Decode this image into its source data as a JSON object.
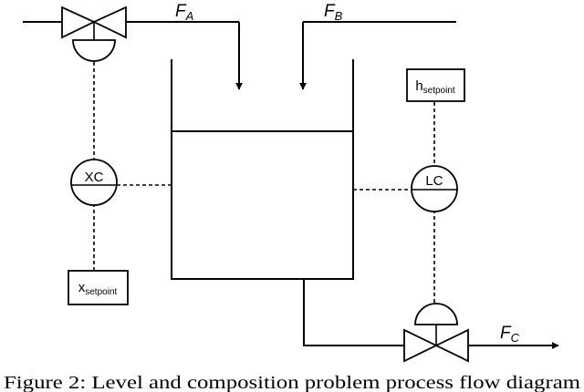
{
  "labels": {
    "flow_a": {
      "main": "F",
      "sub": "A"
    },
    "flow_b": {
      "main": "F",
      "sub": "B"
    },
    "flow_c": {
      "main": "F",
      "sub": "C"
    },
    "composition_controller": "XC",
    "level_controller": "LC",
    "h_setpoint": {
      "main": "h",
      "sub": "setpoint"
    },
    "x_setpoint": {
      "main": "x",
      "sub": "setpoint"
    }
  },
  "caption": "Figure 2: Level and composition problem process flow diagram"
}
